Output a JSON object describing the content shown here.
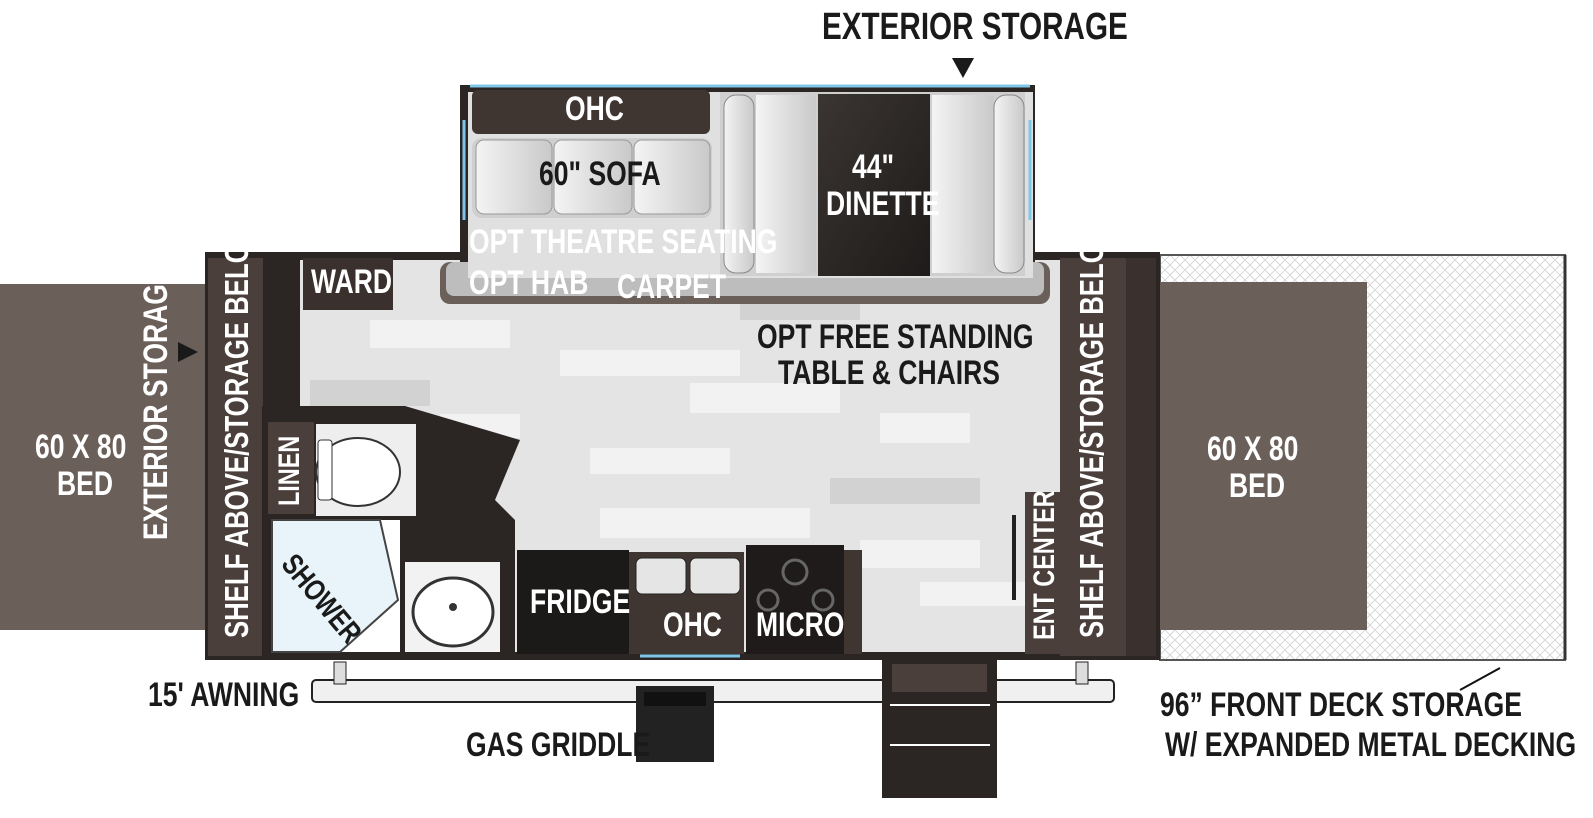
{
  "labels": {
    "exterior_storage_top": "EXTERIOR STORAGE",
    "ohc_top": "OHC",
    "sofa": "60\" SOFA",
    "dinette_line1": "44\"",
    "dinette_line2": "DINETTE",
    "opt_theatre": "OPT THEATRE SEATING",
    "opt_hab": "OPT HAB",
    "carpet": "CARPET",
    "ward": "WARD",
    "free_standing_line1": "OPT FREE STANDING",
    "free_standing_line2": "TABLE & CHAIRS",
    "bed_left_line1": "60 X 80",
    "bed_left_line2": "BED",
    "exterior_storage_left": "EXTERIOR STORAGE",
    "shelf_left": "SHELF ABOVE/STORAGE BELOW",
    "linen": "LINEN",
    "shower": "SHOWER",
    "fridge": "FRIDGE",
    "ohc_kitchen": "OHC",
    "micro": "MICRO",
    "ent_center": "ENT CENTER",
    "shelf_right": "SHELF ABOVE/STORAGE BELOW",
    "bed_right_line1": "60 X 80",
    "bed_right_line2": "BED",
    "awning": "15' AWNING",
    "gas_griddle": "GAS GRIDDLE",
    "deck_line1": "96” FRONT DECK STORAGE",
    "deck_line2": "W/ EXPANDED METAL DECKING"
  },
  "colors": {
    "wall": "#2b2624",
    "bed": "#6b5f5a",
    "cabinet": "#4a3f3b",
    "floor_light": "#e6e6e6",
    "upholstery": "#dcdcdc",
    "accent_blue": "#7fc7e8"
  },
  "icons": {
    "storage_arrow_top": "arrow-down-icon",
    "storage_arrow_left": "arrow-right-icon"
  }
}
